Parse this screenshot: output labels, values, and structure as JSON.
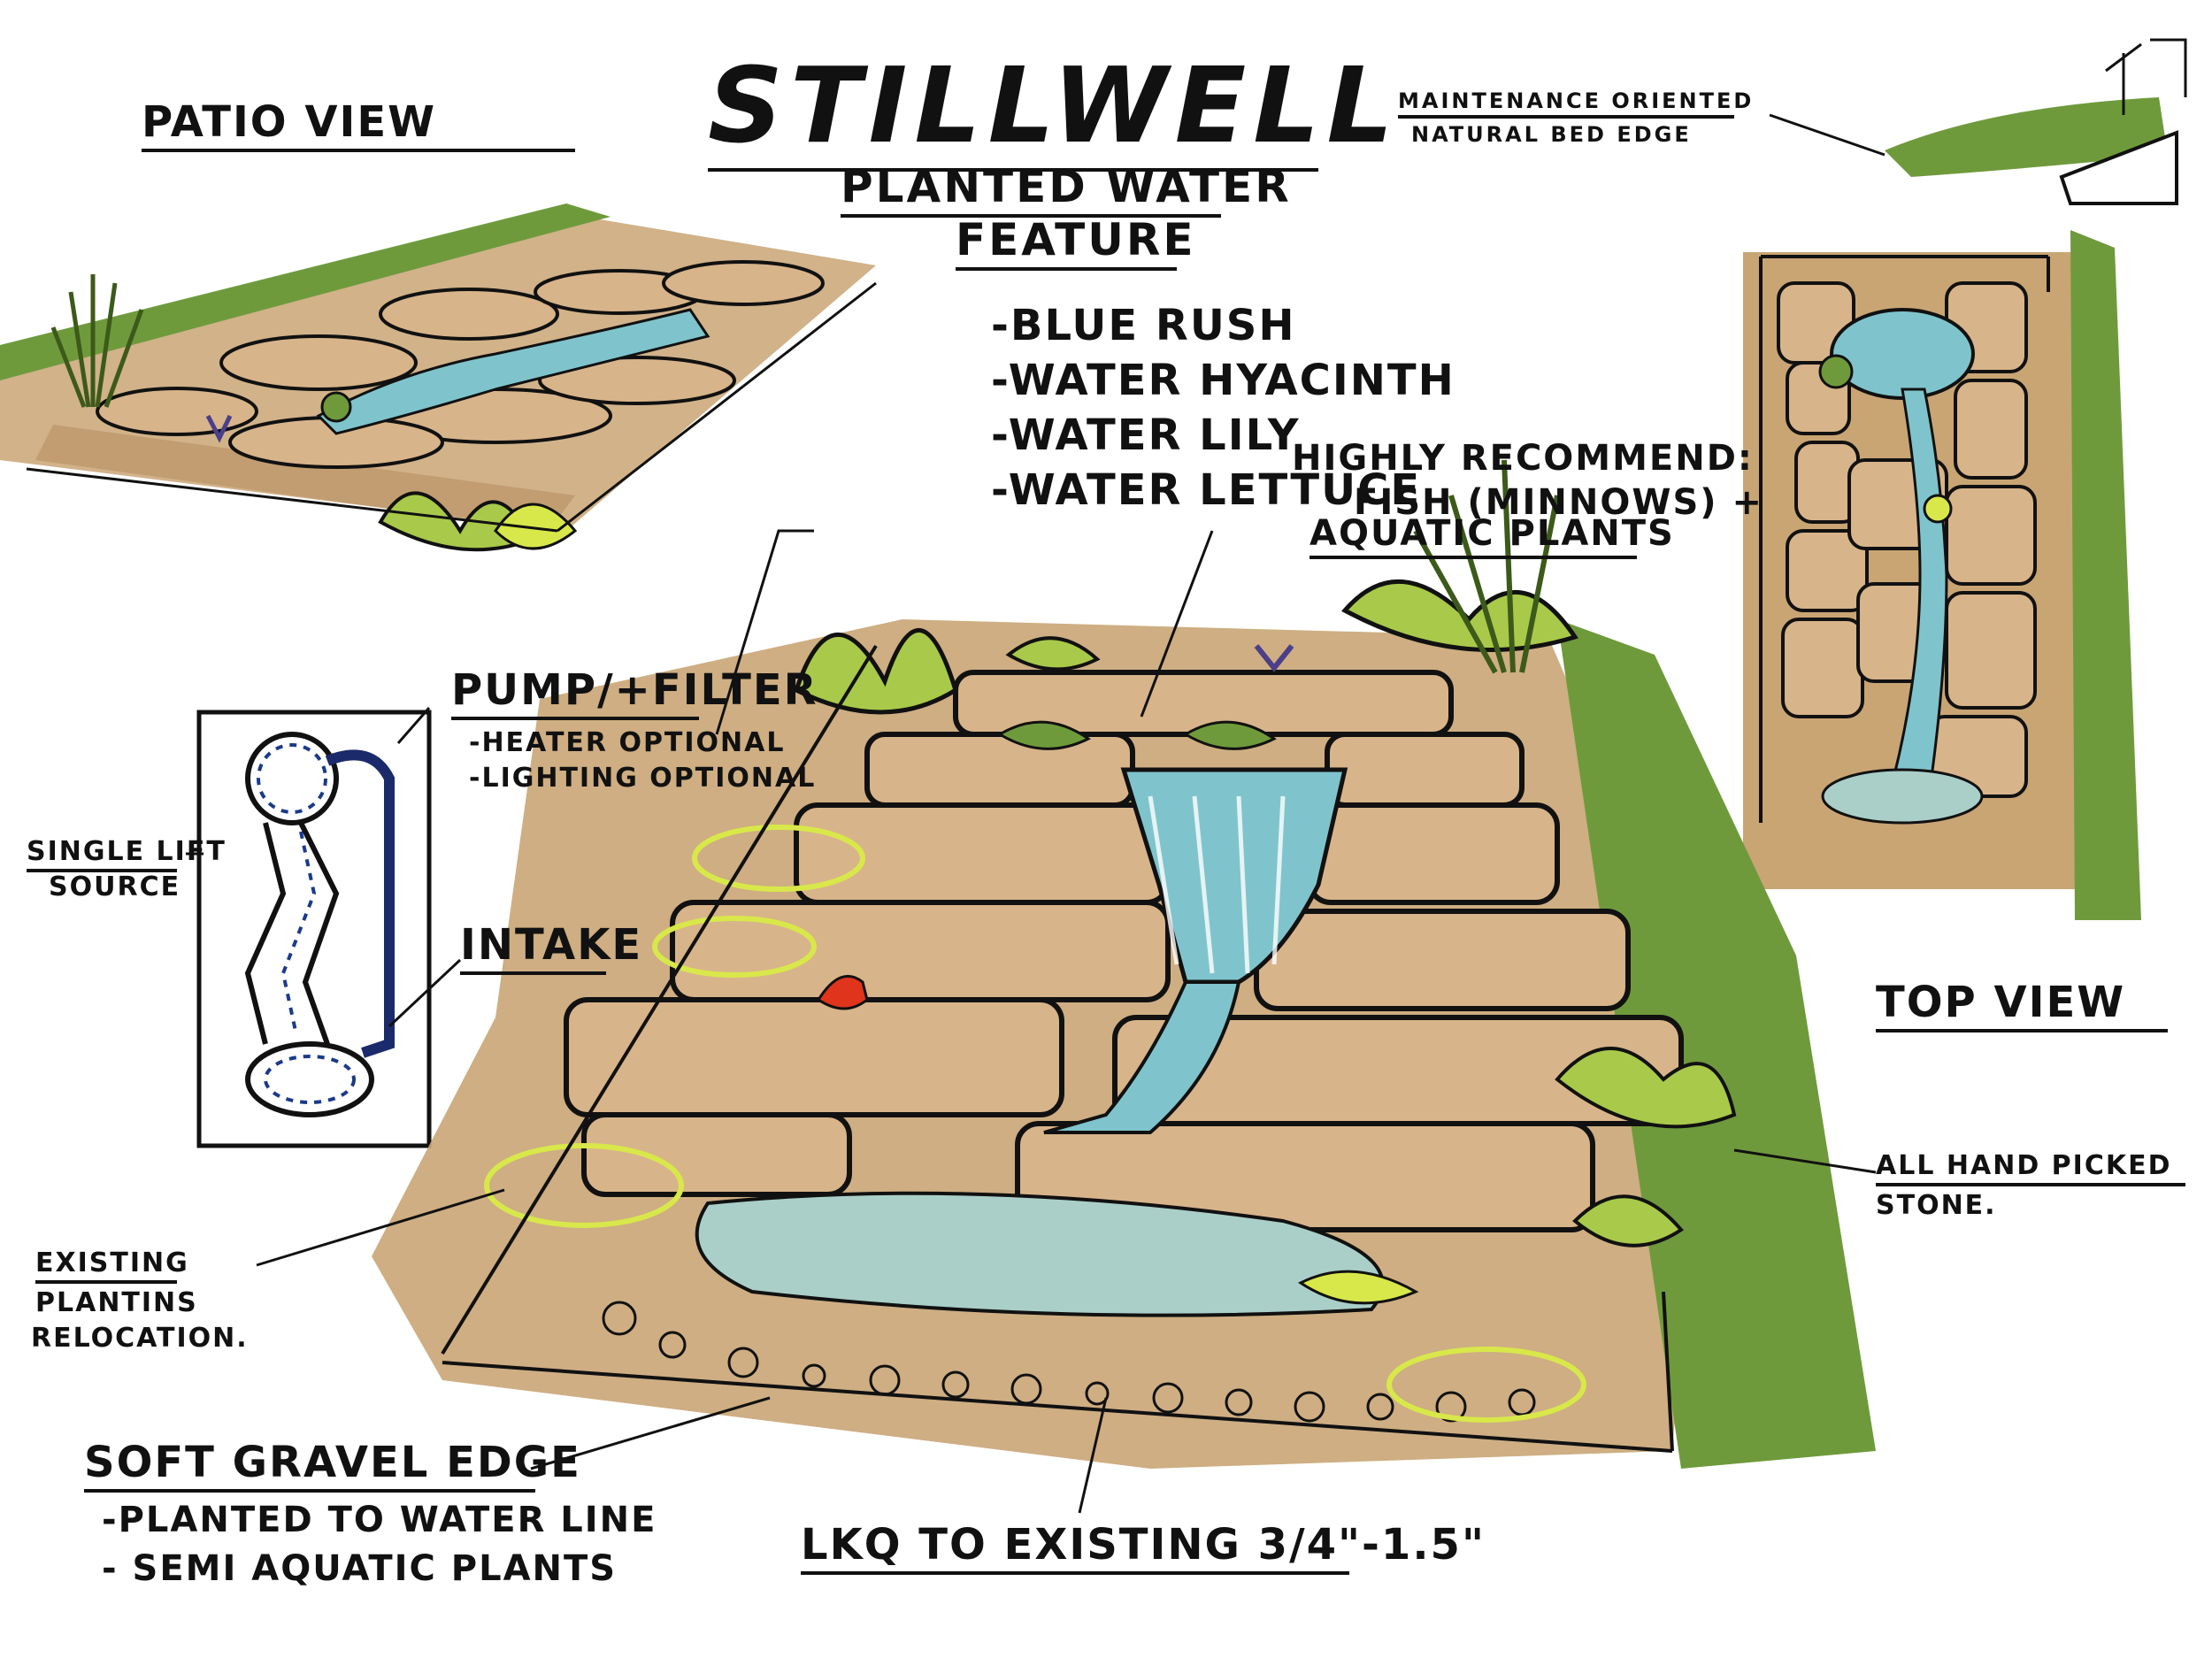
{
  "title": "Stillwell",
  "subtitle_line1": "Planted Water",
  "subtitle_line2": "Feature",
  "patio_view": "Patio View",
  "top_view": "Top View",
  "plant_list": [
    "-Blue Rush",
    "-Water Hyacinth",
    "-Water Lily",
    "-Water Lettuce"
  ],
  "recommend": {
    "line1": "Highly Recommend:",
    "line2": "Fish (minnows) +",
    "line3": "Aquatic Plants"
  },
  "maintenance": {
    "line1": "Maintenance Oriented",
    "line2": "Natural Bed Edge"
  },
  "pump": {
    "title": "Pump/+Filter",
    "opt1": "-Heater optional",
    "opt2": "-Lighting optional"
  },
  "single_lift": {
    "line1": "Single Lift",
    "line2": "Source"
  },
  "intake": "Intake",
  "existing": {
    "line1": "Existing",
    "line2": "Plantins",
    "line3": "Relocation."
  },
  "soft_gravel": {
    "title": "Soft Gravel Edge",
    "line1": "-Planted to water line",
    "line2": "- Semi Aquatic plants"
  },
  "lkq": "LKQ to Existing 3/4\"-1.5\"",
  "hand_picked": {
    "line1": "All Hand Picked",
    "line2": "Stone."
  },
  "colors": {
    "soil": "#c9a574",
    "grass": "#6f9a3c",
    "stone": "#d8b48a",
    "water": "#7fc4cc",
    "foliage": "#a9c94a",
    "highlight": "#d8e84a",
    "cardinal": "#e0341c"
  }
}
